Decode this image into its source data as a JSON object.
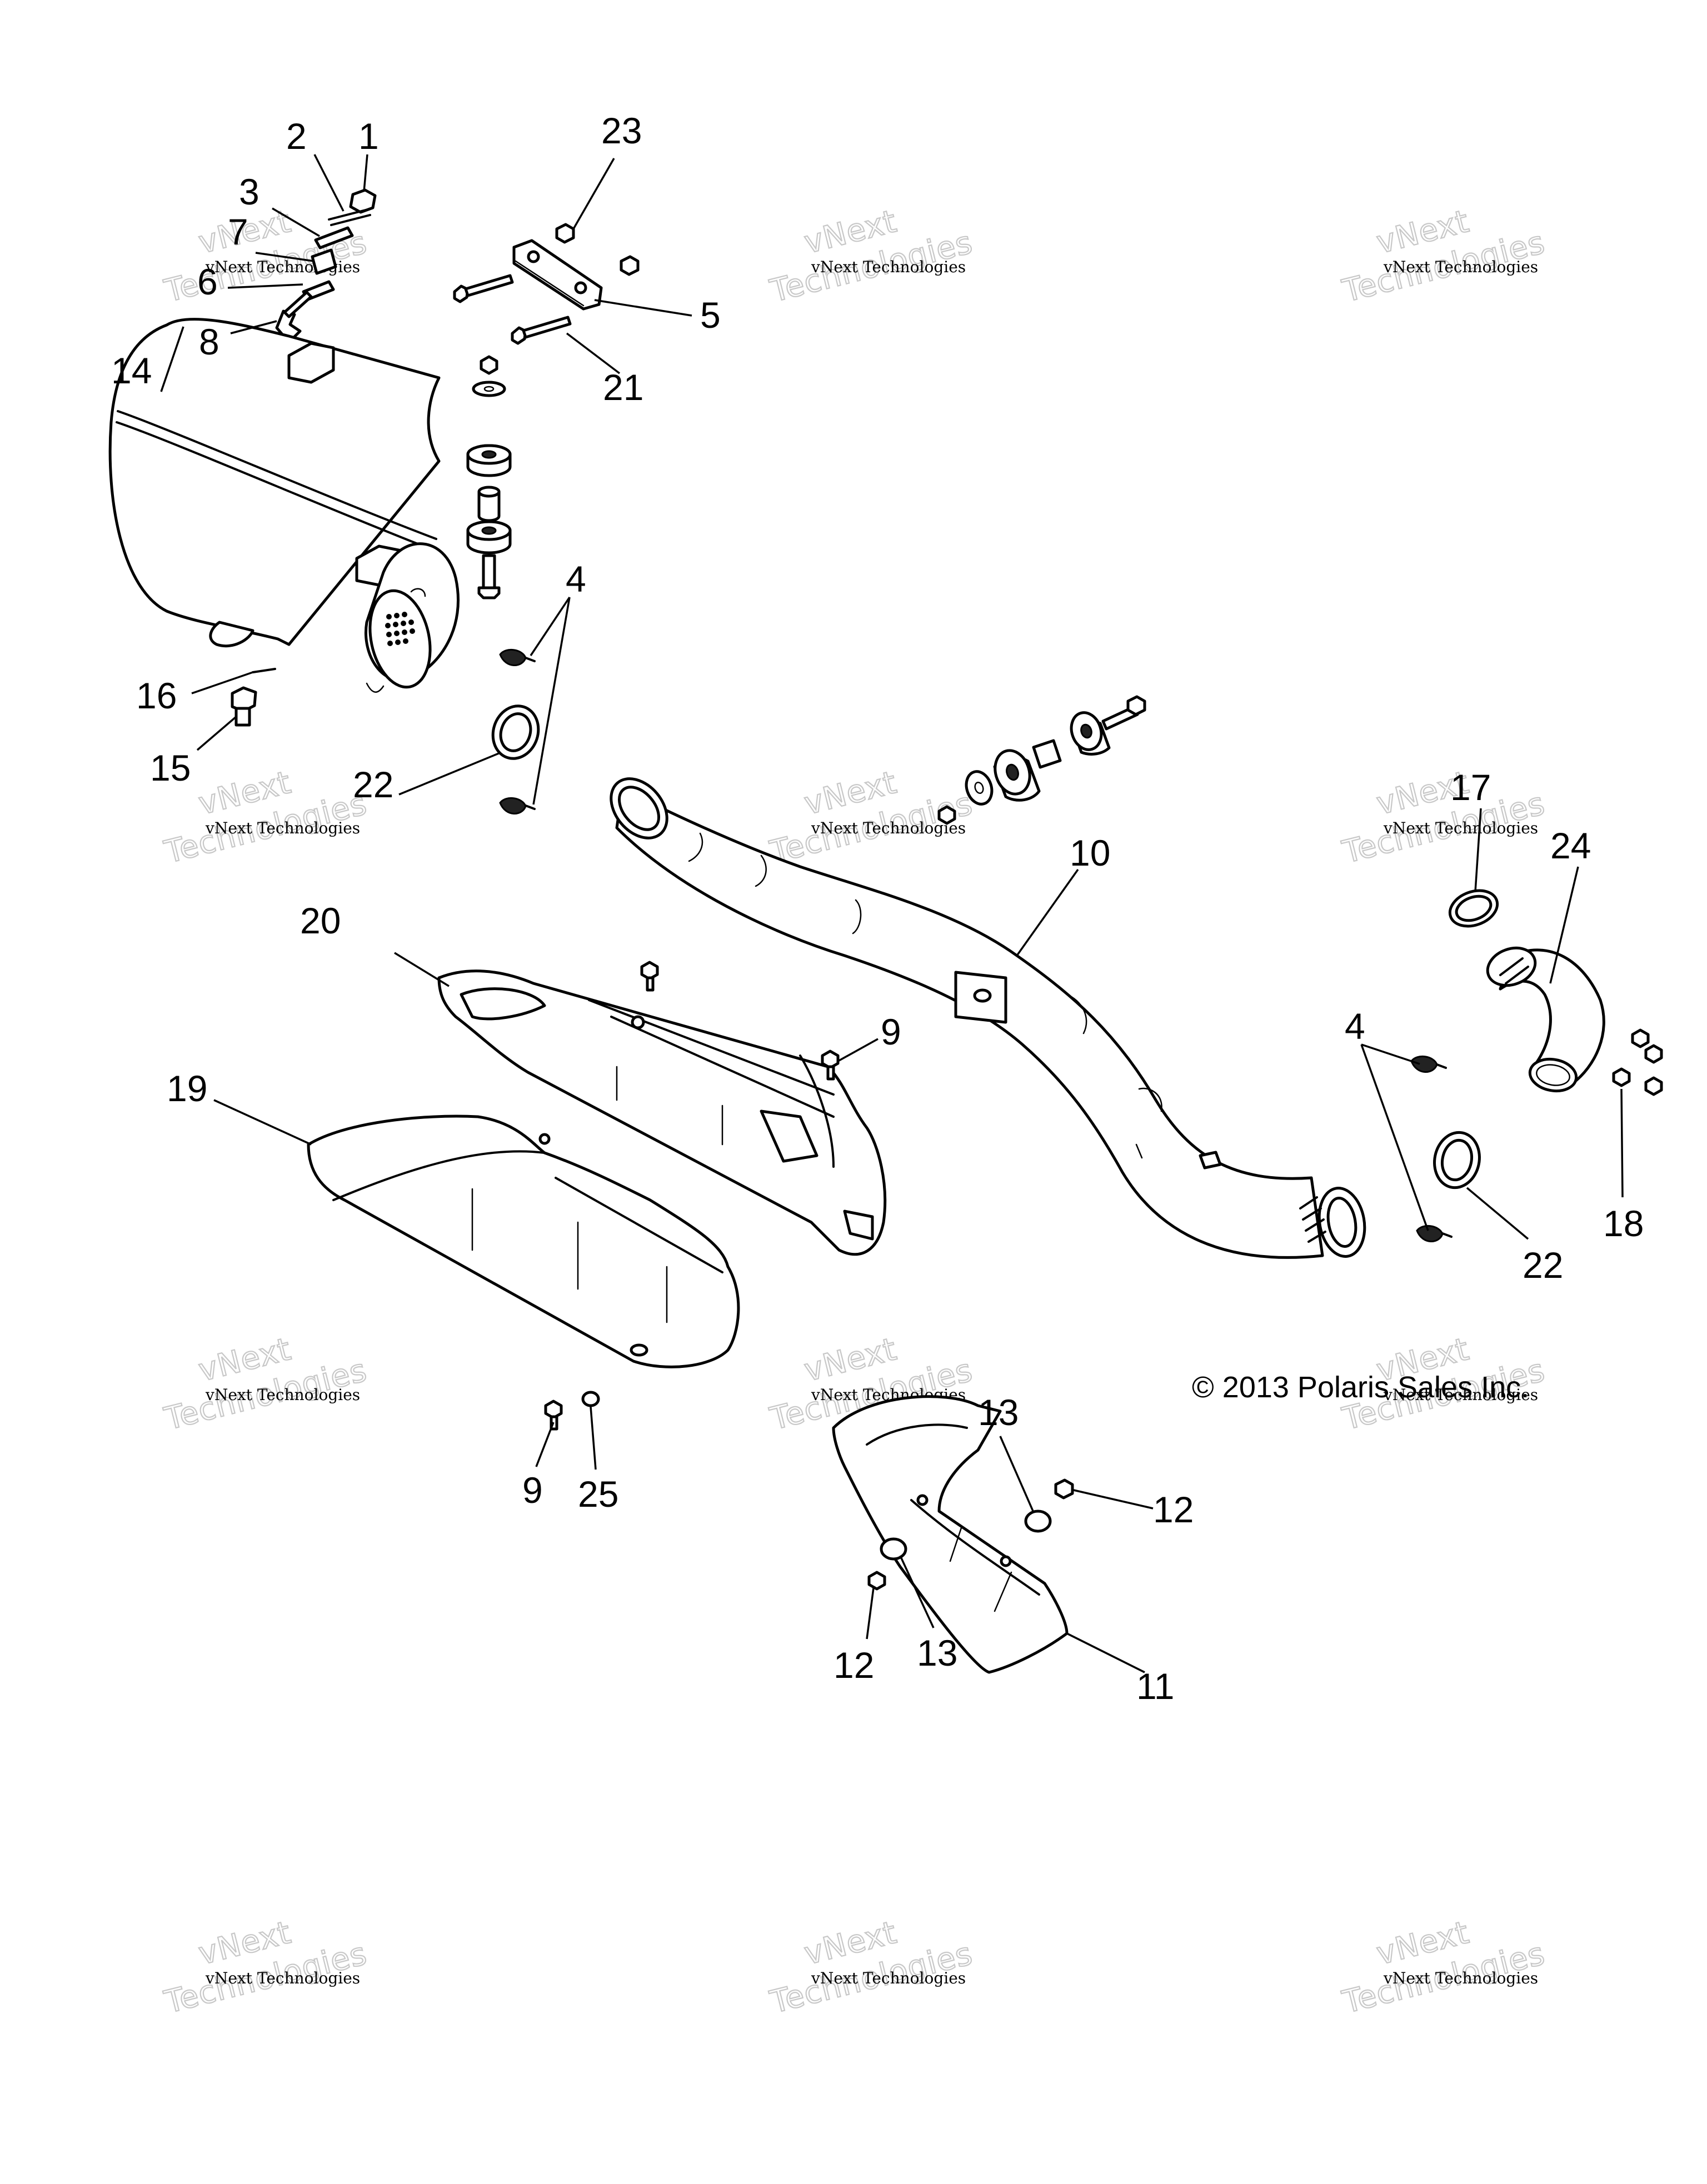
{
  "callouts": [
    {
      "id": "1",
      "label": "1"
    },
    {
      "id": "2",
      "label": "2"
    },
    {
      "id": "3",
      "label": "3"
    },
    {
      "id": "7",
      "label": "7"
    },
    {
      "id": "6",
      "label": "6"
    },
    {
      "id": "8",
      "label": "8"
    },
    {
      "id": "23",
      "label": "23"
    },
    {
      "id": "5",
      "label": "5"
    },
    {
      "id": "21",
      "label": "21"
    },
    {
      "id": "14",
      "label": "14"
    },
    {
      "id": "4a",
      "label": "4"
    },
    {
      "id": "16",
      "label": "16"
    },
    {
      "id": "15",
      "label": "15"
    },
    {
      "id": "22a",
      "label": "22"
    },
    {
      "id": "10",
      "label": "10"
    },
    {
      "id": "17",
      "label": "17"
    },
    {
      "id": "24",
      "label": "24"
    },
    {
      "id": "20",
      "label": "20"
    },
    {
      "id": "9a",
      "label": "9"
    },
    {
      "id": "19",
      "label": "19"
    },
    {
      "id": "4b",
      "label": "4"
    },
    {
      "id": "18",
      "label": "18"
    },
    {
      "id": "22b",
      "label": "22"
    },
    {
      "id": "9b",
      "label": "9"
    },
    {
      "id": "25",
      "label": "25"
    },
    {
      "id": "13a",
      "label": "13"
    },
    {
      "id": "12a",
      "label": "12"
    },
    {
      "id": "12b",
      "label": "12"
    },
    {
      "id": "13b",
      "label": "13"
    },
    {
      "id": "11",
      "label": "11"
    }
  ],
  "copyright": "© 2013 Polaris Sales Inc.",
  "watermark": {
    "small_text": "vNext Technologies",
    "large_line1": "vNext",
    "large_line2": "Technologies"
  }
}
